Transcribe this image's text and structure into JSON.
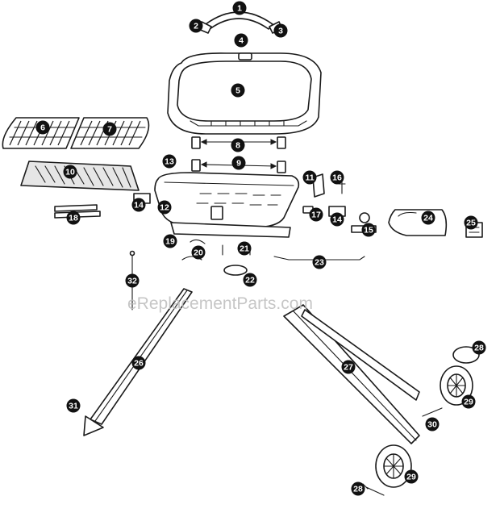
{
  "watermark": "eReplacementParts.com",
  "callouts": [
    "1",
    "2",
    "3",
    "4",
    "5",
    "6",
    "7",
    "8",
    "9",
    "10",
    "11",
    "12",
    "13",
    "14",
    "14",
    "15",
    "16",
    "17",
    "18",
    "19",
    "20",
    "21",
    "22",
    "23",
    "24",
    "25",
    "26",
    "27",
    "28",
    "28",
    "29",
    "29",
    "30",
    "31",
    "32"
  ],
  "colors": {
    "line": "#1a1a1a",
    "callout_fill": "#111111",
    "callout_text": "#ffffff",
    "watermark": "#bdbdbd"
  }
}
